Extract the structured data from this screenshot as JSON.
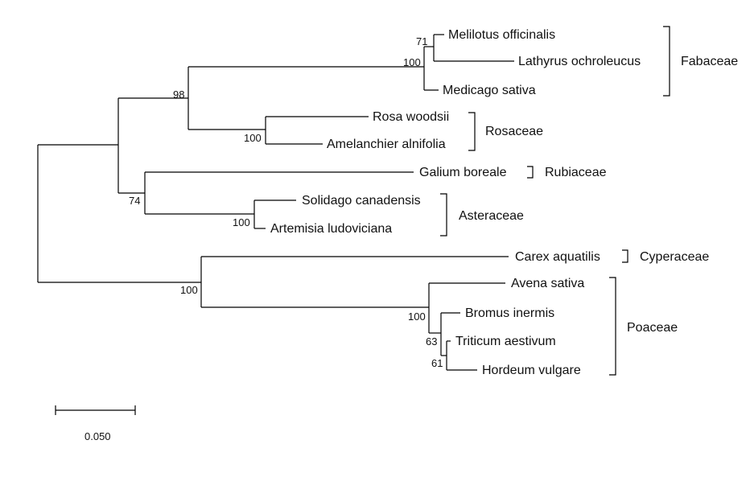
{
  "taxa": {
    "melilotus": "Melilotus officinalis",
    "lathyrus": "Lathyrus ochroleucus",
    "medicago": "Medicago sativa",
    "rosa": "Rosa woodsii",
    "amelanchier": "Amelanchier alnifolia",
    "galium": "Galium boreale",
    "solidago": "Solidago canadensis",
    "artemisia": "Artemisia ludoviciana",
    "carex": "Carex aquatilis",
    "avena": "Avena sativa",
    "bromus": "Bromus inermis",
    "triticum": "Triticum aestivum",
    "hordeum": "Hordeum vulgare"
  },
  "families": {
    "fabaceae": "Fabaceae",
    "rosaceae": "Rosaceae",
    "rubiaceae": "Rubiaceae",
    "asteraceae": "Asteraceae",
    "cyperaceae": "Cyperaceae",
    "poaceae": "Poaceae"
  },
  "bootstrap": {
    "mel_lat": "71",
    "fabaceae": "100",
    "fab_ros": "98",
    "rosaceae": "100",
    "rub_ast": "74",
    "asteraceae": "100",
    "monocots": "100",
    "poaceae": "100",
    "bro_tri_hor": "63",
    "tri_hor": "61"
  },
  "scale_bar": {
    "label": "0.050"
  }
}
